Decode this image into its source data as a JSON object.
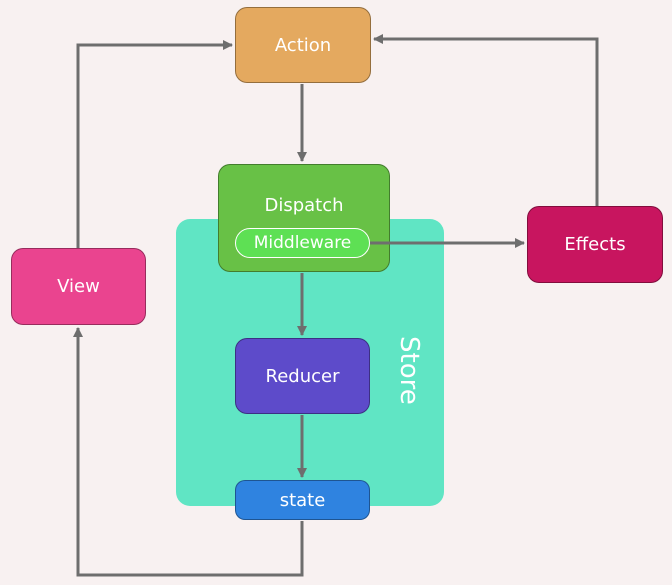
{
  "nodes": {
    "action": "Action",
    "dispatch": "Dispatch",
    "middleware": "Middleware",
    "reducer": "Reducer",
    "state": "state",
    "effects": "Effects",
    "view": "View",
    "store": "Store"
  },
  "colors": {
    "background": "#f8f1f1",
    "action": "#e4a95f",
    "dispatch": "#68c146",
    "middleware": "#5ee054",
    "store": "#60e5c4",
    "reducer": "#5d4bca",
    "state": "#2f83e0",
    "effects": "#c8155f",
    "view": "#ea448f",
    "arrow": "#6e6e6e"
  }
}
